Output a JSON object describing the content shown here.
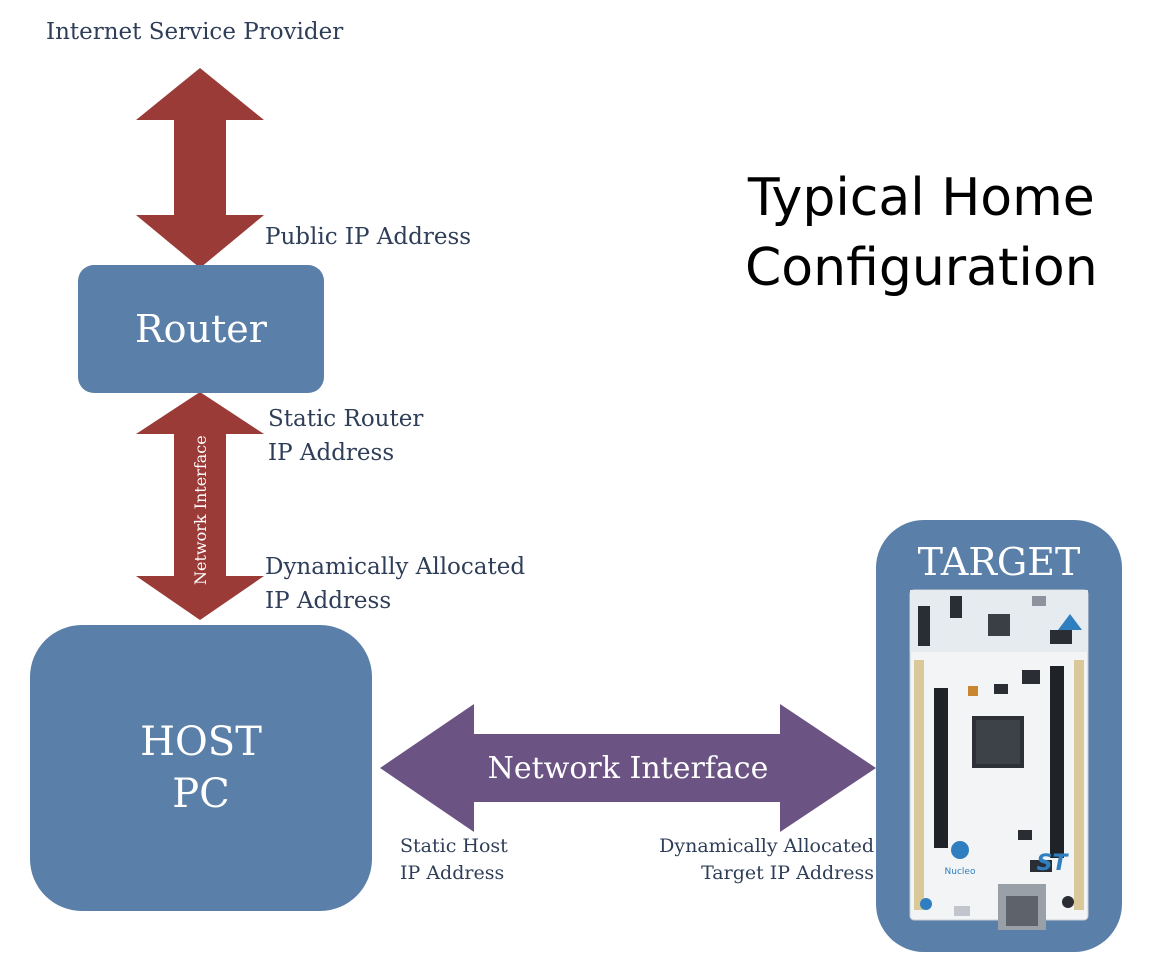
{
  "title": "Typical Home\nConfiguration",
  "nodes": {
    "router": "Router",
    "host": "HOST\nPC",
    "target": "TARGET"
  },
  "labels": {
    "isp": "Internet Service Provider",
    "public_ip": "Public IP Address",
    "static_router_ip": "Static Router\nIP Address",
    "dynamic_ip": "Dynamically Allocated\nIP Address",
    "static_host_ip": "Static Host\nIP Address",
    "dynamic_target_ip": "Dynamically Allocated\nTarget IP Address"
  },
  "arrows": {
    "vertical_network": "Network Interface",
    "horizontal_network": "Network Interface"
  },
  "board_text": {
    "brand": "Nucleo",
    "logo": "ST"
  },
  "colors": {
    "node_fill": "#5a7fa8",
    "arrow_red": "#9a3b38",
    "arrow_purple": "#6b5484",
    "board": "#f2f4f6"
  }
}
